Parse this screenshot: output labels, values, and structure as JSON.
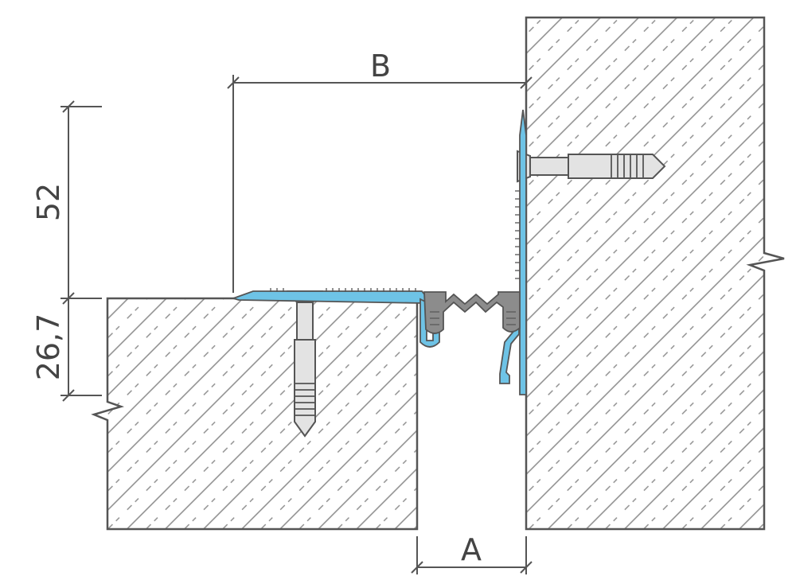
{
  "dimensions": {
    "height_upper": "52",
    "height_lower": "26,7",
    "width_top": "B",
    "gap_bottom": "A"
  },
  "colors": {
    "line": "#555555",
    "hatch": "#8a8a8a",
    "profile_blue": "#6ec3e6",
    "rubber_insert": "#8c8c8c",
    "anchor_fill": "#e3e3e3",
    "background": "#ffffff"
  }
}
